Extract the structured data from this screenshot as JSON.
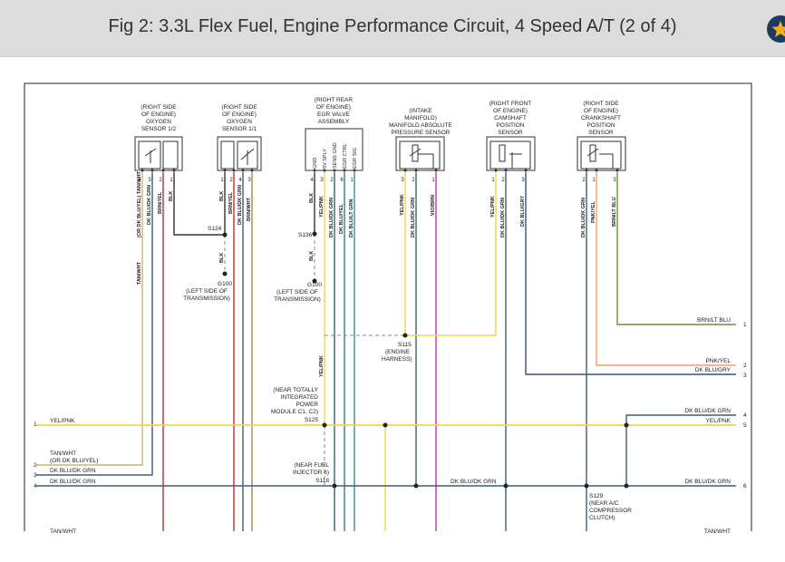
{
  "header": {
    "title": "Fig 2: 3.3L Flex Fuel, Engine Performance Circuit, 4 Speed A/T (2 of 4)",
    "badge_icon": "star-icon"
  },
  "colors": {
    "yel_pnk": "#f5d545",
    "tan_wht": "#c9b47a",
    "dk_blu_dk_grn": "#3c5f78",
    "brn_lt_blu": "#5a9a3a",
    "pnk_yel": "#f0a060",
    "dk_blu_gry": "#3c4f7a",
    "brn_yel": "#c03030",
    "dk_blu_yel": "#3a7a8a",
    "dk_blu_lt_grn": "#3c8aa0",
    "vio_brn": "#c030c0",
    "blk": "#333333",
    "brn_wht": "#a08a50"
  },
  "components": {
    "o2_12": [
      "(RIGHT SIDE",
      "OF ENGINE)",
      "OXYGEN",
      "SENSOR 1/2"
    ],
    "o2_11": [
      "(RIGHT SIDE",
      "OF ENGINE)",
      "OXYGEN",
      "SENSOR 1/1"
    ],
    "egr": [
      "(RIGHT REAR",
      "OF ENGINE)",
      "EGR VALVE",
      "ASSEMBLY"
    ],
    "egr_pins": [
      "GND",
      "5V SPLY",
      "SENS GND",
      "EGR CTRL",
      "EGR SIG"
    ],
    "map": [
      "(INTAKE",
      "MANIFOLD)",
      "MANIFOLD ABSOLUTE",
      "PRESSURE SENSOR"
    ],
    "cmp": [
      "(RIGHT FRONT",
      "OF ENGINE)",
      "CAMSHAFT",
      "POSITION",
      "SENSOR"
    ],
    "ckp": [
      "(RIGHT SIDE",
      "OF ENGINE)",
      "CRANKSHAFT",
      "POSITION",
      "SENSOR"
    ]
  },
  "wire_labels": {
    "w1": "(OR DK BLU/YEL) TAN/WHT",
    "w2": "DK BLU/DK GRN",
    "w3": "BRN/YEL",
    "w4": "BLK",
    "w5": "BLK",
    "w6": "BRN/YEL",
    "w7": "DK BLU/DK GRN",
    "w8": "BRN/WHT",
    "w9": "BLK",
    "w10": "YEL/PNK",
    "w11": "DK BLU/DK GRN",
    "w12": "DK BLU/YEL",
    "w13": "DK BLU/LT GRN",
    "w14": "YEL/PNK",
    "w15": "DK BLU/DK GRN",
    "w16": "VIO/BRN",
    "w17": "YEL/PNK",
    "w18": "DK BLU/DK GRN",
    "w19": "DK BLU/GRY",
    "w20": "DK BLU/DK GRN",
    "w21": "PNK/YEL",
    "w22": "BRN/LT BLU",
    "blk_s124": "BLK",
    "blk_s136": "BLK",
    "tan_wht_v": "TAN/WHT",
    "yel_pnk_v": "YEL/PNK"
  },
  "splices": {
    "s124": "S124",
    "s136": "S136",
    "s115": "S115",
    "s115_desc": [
      "(ENGINE",
      "HARNESS)"
    ],
    "s125": "S125",
    "s125_desc": [
      "(NEAR TOTALLY",
      "INTEGRATED",
      "POWER",
      "MODULE C1, C2)"
    ],
    "s118": "S118",
    "s118_desc": [
      "(NEAR FUEL",
      "INJECTOR 6)"
    ],
    "s129": "S129",
    "s129_desc": [
      "(NEAR A/C",
      "COMPRESSOR",
      "CLUTCH)"
    ],
    "g100a": [
      "G100",
      "(LEFT SIDE OF",
      "TRANSMISSION)"
    ],
    "g100b": [
      "G100",
      "(LEFT SIDE OF",
      "TRANSMISSION)"
    ]
  },
  "left_connectors": {
    "c1": {
      "num": "1",
      "label": "YEL/PNK"
    },
    "c2": {
      "num": "2",
      "label": [
        "TAN/WHT",
        "(OR DK BLU/YEL)"
      ]
    },
    "c3": {
      "num": "3",
      "label": "DK BLU/DK GRN"
    },
    "c4": {
      "num": "4",
      "label": "DK BLU/DK GRN"
    }
  },
  "right_connectors": {
    "r1": {
      "num": "1",
      "label": "BRN/LT BLU"
    },
    "r2": {
      "num": "2",
      "label": "PNK/YEL"
    },
    "r3": {
      "num": "3",
      "label": "DK BLU/GRY"
    },
    "r4": {
      "num": "4",
      "label": "DK BLU/DK GRN"
    },
    "r5": {
      "num": "5",
      "label": "YEL/PNK"
    },
    "r6": {
      "num": "6",
      "label": "DK BLU/DK GRN"
    }
  },
  "bottom_labels": {
    "mid": "DK BLU/DK GRN",
    "left_cut": "TAN/WHT",
    "right_cut": "TAN/WHT"
  }
}
